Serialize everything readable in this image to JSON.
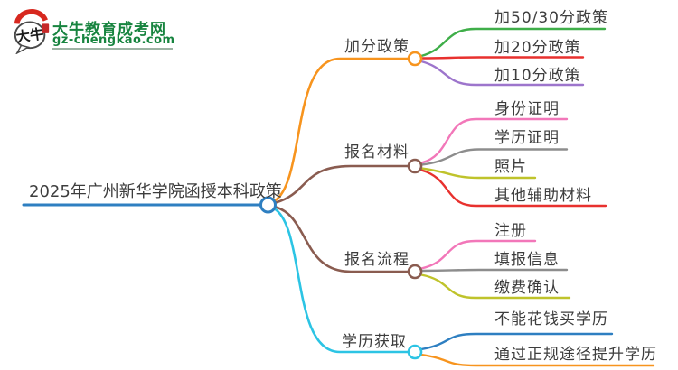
{
  "logo": {
    "title": "大牛教育成考网",
    "domain": "gz-chengkao.com",
    "icon_text": "大牛",
    "brand_color": "#17843f"
  },
  "mindmap": {
    "root": {
      "label": "2025年广州新华学院函授本科政策",
      "color": "#2e7fc1"
    },
    "branches": [
      {
        "label": "加分政策",
        "color": "#f7941e",
        "children": [
          {
            "label": "加50/30分政策",
            "color": "#3fae49"
          },
          {
            "label": "加20分政策",
            "color": "#e8312e"
          },
          {
            "label": "加10分政策",
            "color": "#9d75cc"
          }
        ]
      },
      {
        "label": "报名材料",
        "color": "#8a5c50",
        "children": [
          {
            "label": "身份证明",
            "color": "#f277b9"
          },
          {
            "label": "学历证明",
            "color": "#8d8d8d"
          },
          {
            "label": "照片",
            "color": "#bfc32b"
          },
          {
            "label": "其他辅助材料",
            "color": "#e8312e"
          }
        ]
      },
      {
        "label": "报名流程",
        "color": "#8a5c50",
        "children": [
          {
            "label": "注册",
            "color": "#f277b9"
          },
          {
            "label": "填报信息",
            "color": "#8d8d8d"
          },
          {
            "label": "缴费确认",
            "color": "#bfc32b"
          }
        ]
      },
      {
        "label": "学历获取",
        "color": "#2cc4e4",
        "children": [
          {
            "label": "不能花钱买学历",
            "color": "#2e7fc1"
          },
          {
            "label": "通过正规途径提升学历",
            "color": "#f7941e"
          }
        ]
      }
    ]
  }
}
